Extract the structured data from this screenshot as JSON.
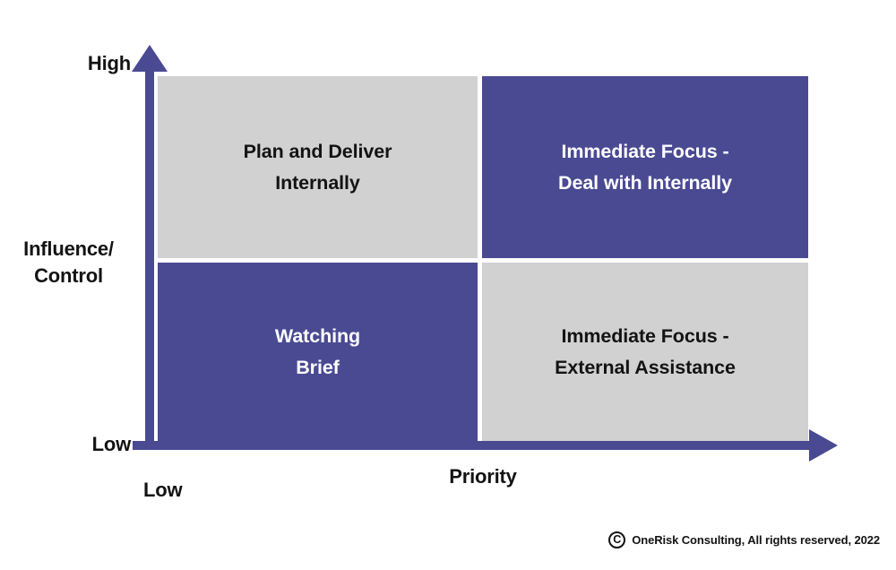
{
  "chart_data": {
    "type": "table",
    "title": "",
    "xlabel": "Priority",
    "ylabel": "Influence/\nControl",
    "x_ticks": [
      "Low"
    ],
    "y_ticks": [
      "High",
      "Low"
    ],
    "grid": false,
    "legend": "none",
    "quadrants": [
      {
        "id": "top-left",
        "x": "Low Priority",
        "y": "High Influence/Control",
        "label": "Plan and Deliver\nInternally",
        "fill": "#d1d1d1",
        "text_color": "#131313"
      },
      {
        "id": "top-right",
        "x": "High Priority",
        "y": "High Influence/Control",
        "label": "Immediate Focus -\nDeal with Internally",
        "fill": "#4a4a93",
        "text_color": "#ffffff"
      },
      {
        "id": "bottom-left",
        "x": "Low Priority",
        "y": "Low Influence/Control",
        "label": "Watching\nBrief",
        "fill": "#4a4a93",
        "text_color": "#ffffff"
      },
      {
        "id": "bottom-right",
        "x": "High Priority",
        "y": "Low Influence/Control",
        "label": "Immediate Focus -\nExternal Assistance",
        "fill": "#d1d1d1",
        "text_color": "#131313"
      }
    ]
  },
  "axes": {
    "y_title": "Influence/\nControl",
    "y_high": "High",
    "y_low": "Low",
    "x_title": "Priority",
    "x_low": "Low",
    "arrow_color": "#4a4a93"
  },
  "footer": {
    "copyright_symbol": "C",
    "text": "OneRisk Consulting, All rights reserved, 2022"
  },
  "colors": {
    "purple": "#4a4a93",
    "gray": "#d1d1d1",
    "text_dark": "#131313",
    "text_light": "#ffffff",
    "background": "#ffffff"
  }
}
